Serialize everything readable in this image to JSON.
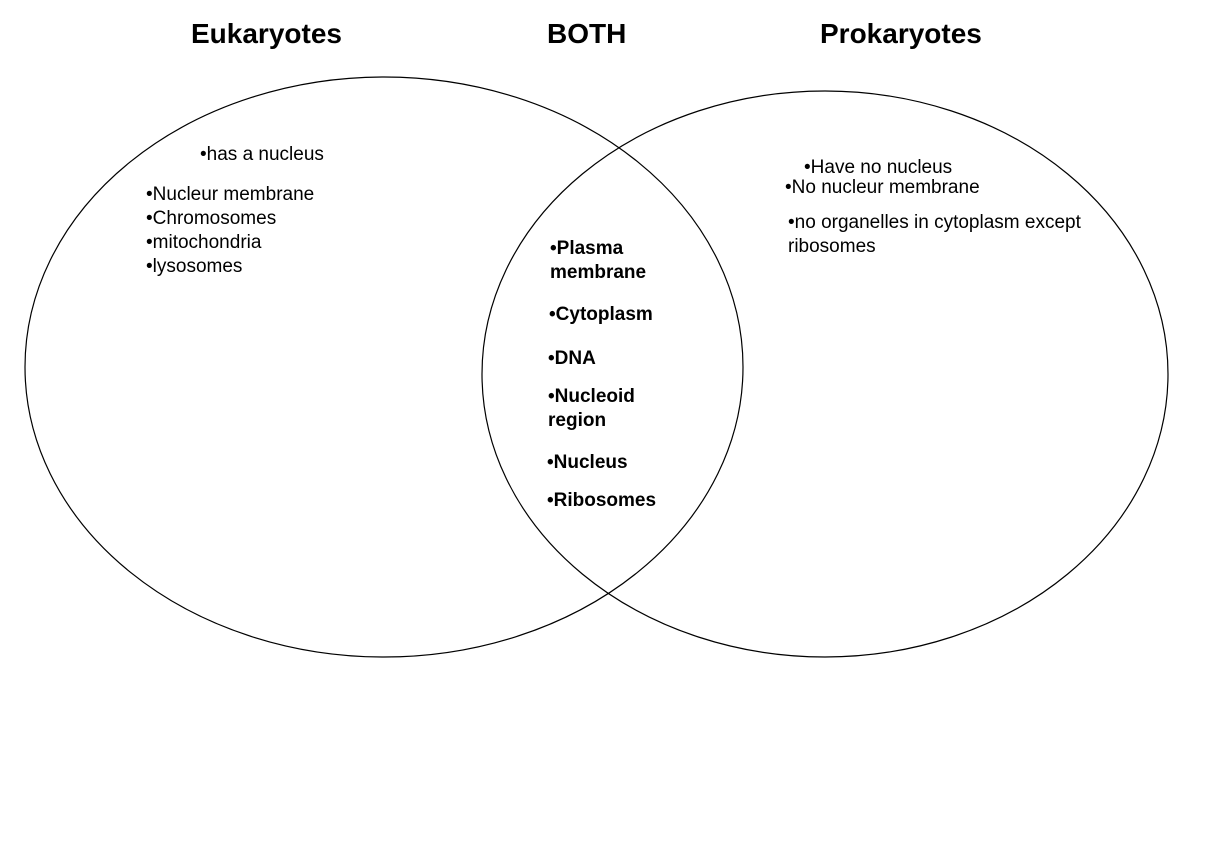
{
  "headings": {
    "left": "Eukaryotes",
    "middle": "BOTH",
    "right": "Prokaryotes"
  },
  "left_items": {
    "has_nucleus": "•has a nucleus",
    "nuclear_membrane": "•Nucleur membrane",
    "chromosomes": "•Chromosomes",
    "mitochondria": "•mitochondria",
    "lysosomes": "•lysosomes"
  },
  "both_items": {
    "plasma_1": "•Plasma",
    "plasma_2": "membrane",
    "cytoplasm": "•Cytoplasm",
    "dna": "•DNA",
    "nucleoid_1": "•Nucleoid",
    "nucleoid_2": "region",
    "nucleus": "•Nucleus",
    "ribosomes": "•Ribosomes"
  },
  "right_items": {
    "no_nucleus": "•Have no nucleus",
    "no_membrane": "•No nucleur membrane",
    "no_organelles_1": "•no organelles in cytoplasm except",
    "no_organelles_2": "ribosomes"
  },
  "colors": {
    "background": "#ffffff",
    "line": "#000000",
    "text": "#000000"
  }
}
